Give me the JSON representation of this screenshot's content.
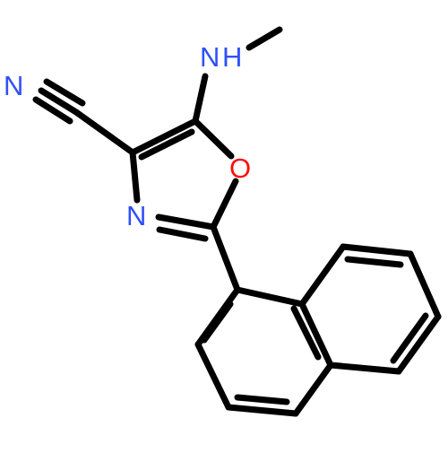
{
  "atoms": {
    "nitrile_n": "N",
    "amine_n": "N",
    "amine_h": "H",
    "ring_o": "O",
    "ring_n": "N"
  },
  "colors": {
    "bond": "#000000",
    "nitrogen": "#3050f8",
    "oxygen": "#ff0d0d",
    "background": "#ffffff"
  }
}
